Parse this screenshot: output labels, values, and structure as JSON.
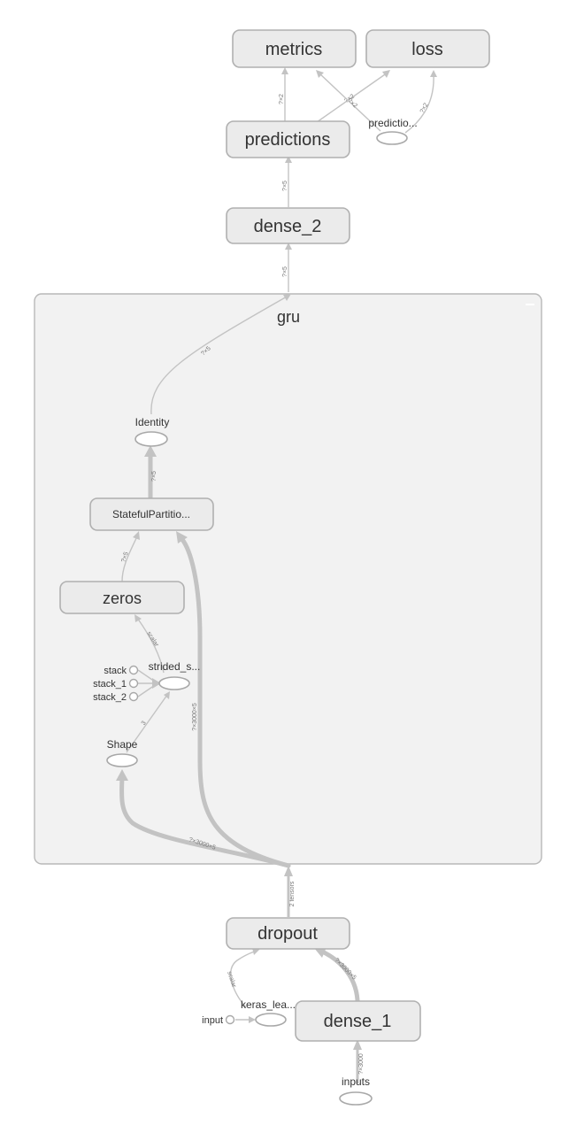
{
  "nodes": {
    "metrics": "metrics",
    "loss": "loss",
    "predictions": "predictions",
    "predictions_sub": "predictio...",
    "dense_2": "dense_2",
    "gru": "gru",
    "identity": "Identity",
    "stateful": "StatefulPartitio...",
    "zeros": "zeros",
    "strided": "strided_s...",
    "stack": "stack",
    "stack_1": "stack_1",
    "stack_2": "stack_2",
    "shape": "Shape",
    "dropout": "dropout",
    "keras_lea": "keras_lea...",
    "input": "input",
    "dense_1": "dense_1",
    "inputs": "inputs"
  },
  "edge_labels": {
    "pred_to_metrics": "?×2",
    "pred_to_loss": "?×2",
    "pred_sub_to_metrics": "?×2",
    "pred_sub_to_loss": "?×2",
    "dense2_to_pred": "?×5",
    "gru_to_dense2": "?×5",
    "identity_to_gru": "?×5",
    "stateful_to_identity": "?×5",
    "zeros_to_stateful": "?×5",
    "strided_to_zeros": "scalar",
    "shape_to_strided": "3",
    "bus_to_stateful": "?×3000×5",
    "bus_to_shape": "?×3000×5",
    "dropout_to_gru": "2 tensors",
    "keras_to_dropout": "scalar",
    "dense1_to_dropout": "?×3000×5",
    "inputs_to_dense1": "?×3000"
  }
}
